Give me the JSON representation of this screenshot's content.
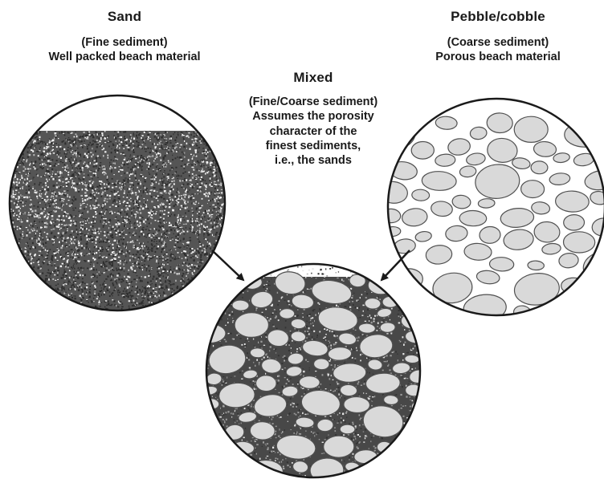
{
  "sand": {
    "title": "Sand",
    "line1": "(Fine sediment)",
    "line2": "Well packed beach material"
  },
  "pebble": {
    "title": "Pebble/cobble",
    "line1": "(Coarse sediment)",
    "line2": "Porous beach material"
  },
  "mixed": {
    "title": "Mixed",
    "line1": "(Fine/Coarse sediment)",
    "line2": "Assumes the porosity",
    "line3": "character of the",
    "line4": "finest sediments,",
    "line5": "i.e., the sands"
  },
  "colors": {
    "outline": "#1a1a1a",
    "pebble_fill": "#d9d9d9",
    "pebble_edge": "#505050",
    "sand_dark": "#3a3a3a",
    "matrix_dark": "#444444",
    "background": "#ffffff"
  }
}
